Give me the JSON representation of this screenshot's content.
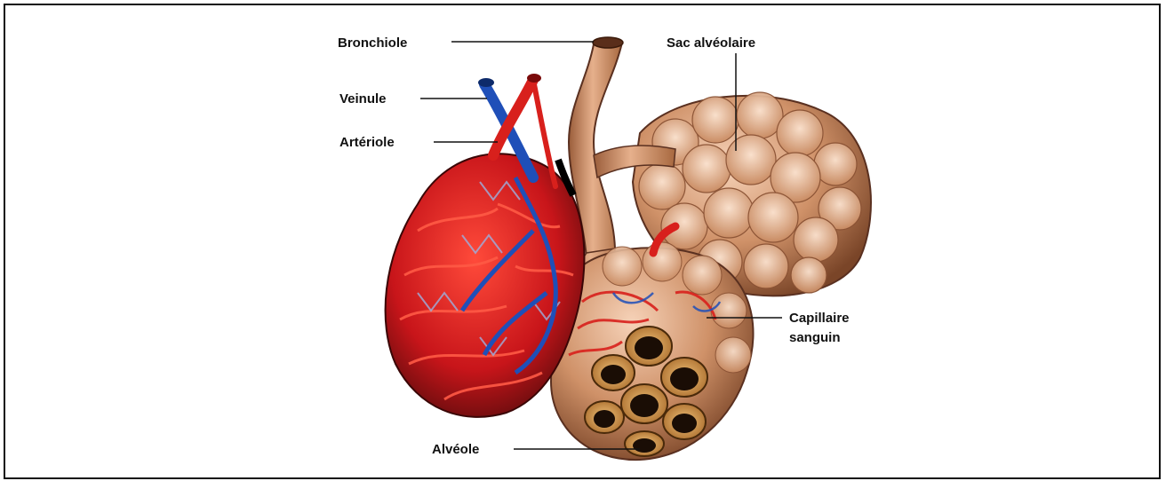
{
  "labels": {
    "bronchiole": "Bronchiole",
    "sac": "Sac alvéolaire",
    "veinule": "Veinule",
    "arteriole": "Artériole",
    "capillaire_1": "Capillaire",
    "capillaire_2": "sanguin",
    "alveole": "Alvéole"
  },
  "colors": {
    "artery": "#d8201c",
    "vein": "#1f4fb8",
    "tissue": "#c98b62",
    "tissue_light": "#e9b897",
    "tissue_dark": "#8a5234"
  }
}
